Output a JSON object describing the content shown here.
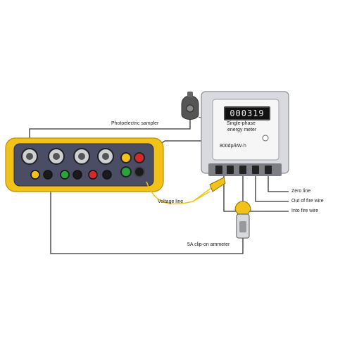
{
  "diagram": {
    "meter": {
      "reading": "000319",
      "name_line1": "Single-phase",
      "name_line2": "energy meter",
      "constant": "800dp/kW·h"
    },
    "labels": {
      "photoelectric_sampler": "Photoelectric sampler",
      "voltage_line": "Voltage line",
      "clip_on_ammeter": "5A clip-on ammeter",
      "zero_line": "Zero line",
      "out_of_fire_wire": "Out of fire wire",
      "into_fire_wire": "Into fire wire"
    },
    "colors": {
      "instrument_body": "#f2c21a",
      "instrument_panel": "#4a4d63",
      "meter_housing": "#d9dadf",
      "wire": "#333333",
      "clip": "#f2c21a"
    }
  }
}
